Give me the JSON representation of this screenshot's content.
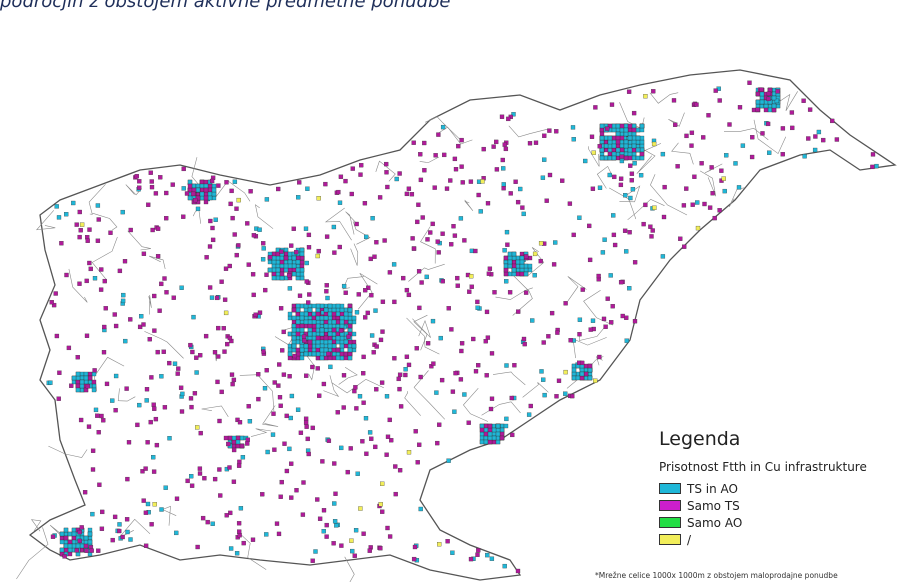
{
  "caption": "področjih z obstojem aktivne predmetne ponudbe",
  "legend": {
    "title": "Legenda",
    "subtitle": "Prisotnost Ftth in Cu infrastrukture",
    "items": [
      {
        "label": "TS in AO",
        "color": "#1fb7d8"
      },
      {
        "label": "Samo TS",
        "color": "#cc1fcc"
      },
      {
        "label": "Samo AO",
        "color": "#22dd44"
      },
      {
        "label": "/",
        "color": "#f2ee5a"
      }
    ]
  },
  "footnote": "*Mrežne celice 1000x 1000m z obstojem maloprodajne ponudbe",
  "colors": {
    "map_fill": "#ffffff",
    "border": "#8a8a8a",
    "ts_ao": "#1fb7d8",
    "samo_ts": "#b01a9a"
  }
}
